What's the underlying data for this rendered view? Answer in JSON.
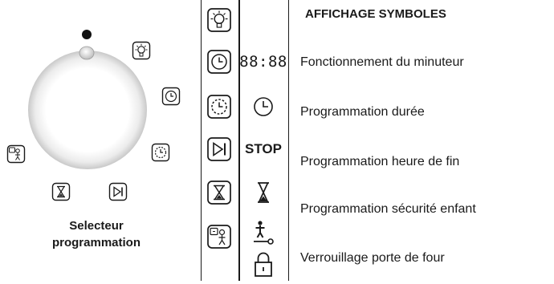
{
  "dial": {
    "caption_line1": "Selecteur",
    "caption_line2": "programmation",
    "positions": [
      {
        "icon": "lamp-icon"
      },
      {
        "icon": "clock-icon"
      },
      {
        "icon": "clock-dotted-icon"
      },
      {
        "icon": "play-end-icon"
      },
      {
        "icon": "hourglass-icon"
      },
      {
        "icon": "child-lock-icon"
      }
    ]
  },
  "table": {
    "rows": [
      {
        "button_icon": "lamp-icon",
        "display_icon": ""
      },
      {
        "button_icon": "clock-icon",
        "display_text": "88:88"
      },
      {
        "button_icon": "clock-dotted-icon",
        "display_icon": "clock-outline-icon"
      },
      {
        "button_icon": "play-end-icon",
        "display_text": "STOP"
      },
      {
        "button_icon": "hourglass-icon",
        "display_icon": "hourglass-symbol-icon"
      },
      {
        "button_icon": "child-lock-icon",
        "display_icon": "child-key-icon"
      },
      {
        "button_icon": "",
        "display_icon": "padlock-icon"
      }
    ]
  },
  "legend": {
    "heading": "AFFICHAGE SYMBOLES",
    "items": [
      "Fonctionnement du minuteur",
      "Programmation durée",
      "Programmation heure de fin",
      "Programmation sécurité enfant",
      "Verrouillage porte de four"
    ]
  }
}
